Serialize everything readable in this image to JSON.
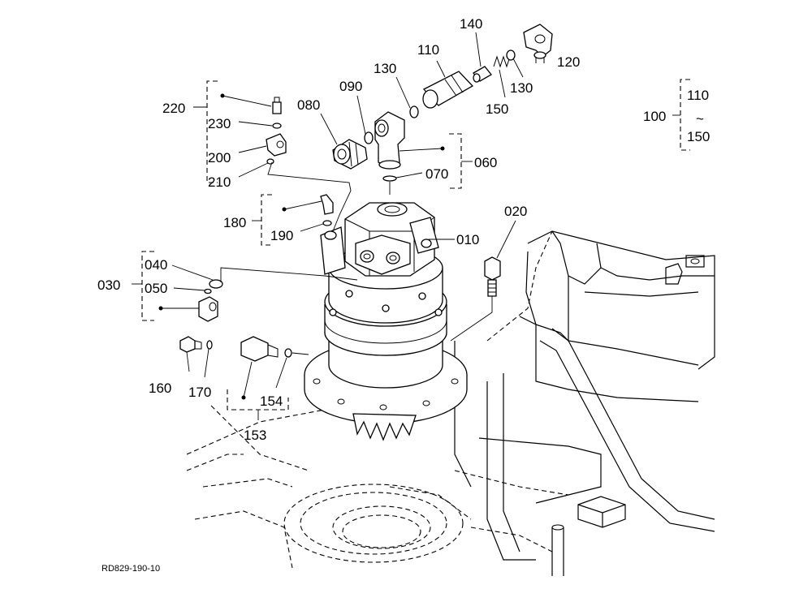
{
  "labels": {
    "p010": "010",
    "p020": "020",
    "p030": "030",
    "p040": "040",
    "p050": "050",
    "p060": "060",
    "p070": "070",
    "p080": "080",
    "p090": "090",
    "p100": "100",
    "p110": "110",
    "p110r": "110",
    "p120": "120",
    "p130a": "130",
    "p130b": "130",
    "p140": "140",
    "p150": "150",
    "p150r": "150",
    "p153": "153",
    "p154": "154",
    "p160": "160",
    "p170": "170",
    "p180": "180",
    "p190": "190",
    "p200": "200",
    "p210": "210",
    "p220": "220",
    "p230": "230",
    "range_sep": "~"
  },
  "drawing_code": "RD829-190-10"
}
